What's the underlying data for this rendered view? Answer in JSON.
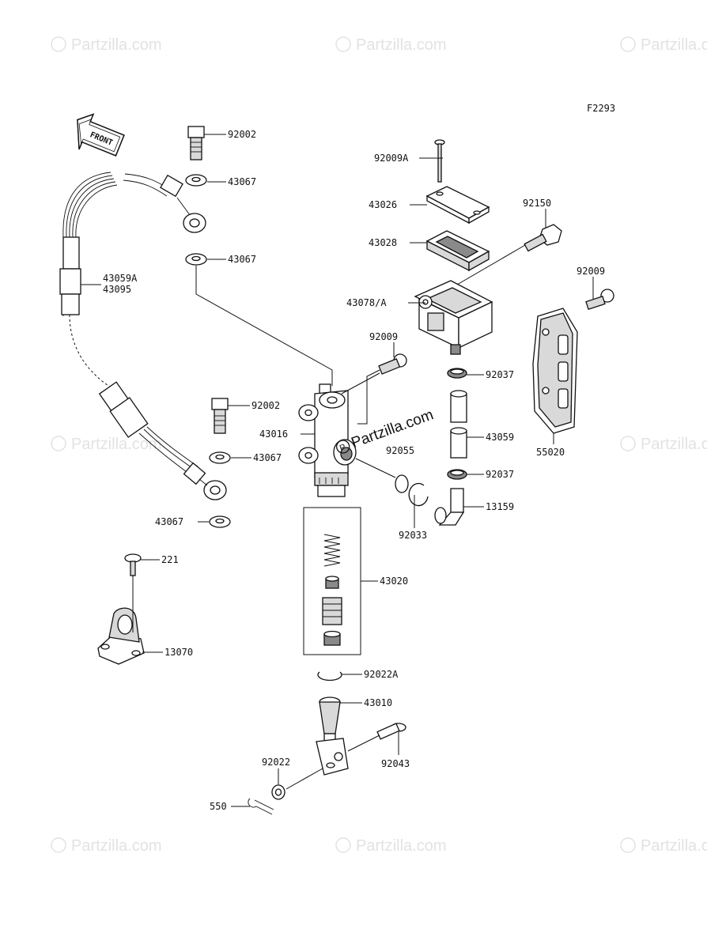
{
  "figure_code": "F2293",
  "front_label": "FRONT",
  "watermark_text": "Partzilla.com",
  "center_watermark_text": "Partzilla.com",
  "part_numbers": [
    "92002",
    "43067",
    "43067",
    "43059A",
    "43095",
    "92009A",
    "43026",
    "43028",
    "92150",
    "92009",
    "43078/A",
    "92009",
    "92037",
    "92002",
    "43016",
    "92055",
    "43059",
    "55020",
    "43067",
    "92037",
    "13159",
    "43067",
    "92033",
    "221",
    "43020",
    "13070",
    "92022A",
    "43010",
    "92022",
    "92043",
    "550"
  ],
  "colors": {
    "line": "#111111",
    "watermark": "#e2e2e2",
    "background": "#ffffff"
  }
}
